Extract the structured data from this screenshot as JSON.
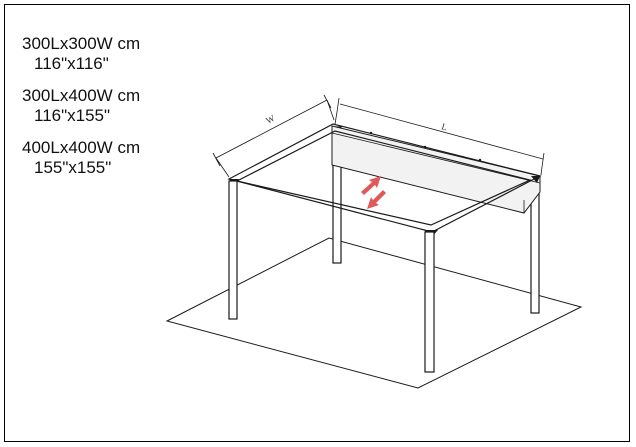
{
  "sizes": [
    {
      "cm": "300Lx300W cm",
      "inch": "116\"x116\""
    },
    {
      "cm": "300Lx400W cm",
      "inch": "116\"x155\""
    },
    {
      "cm": "400Lx400W cm",
      "inch": "155\"x155\""
    }
  ],
  "dimensions": {
    "width_label": "W",
    "length_label": "L"
  },
  "colors": {
    "line": "#1a1a1a",
    "arrow": "#e05a5a",
    "panel": "#f2f2f2"
  },
  "icons": {
    "adjust_arrows": "double-arrow-icon"
  }
}
